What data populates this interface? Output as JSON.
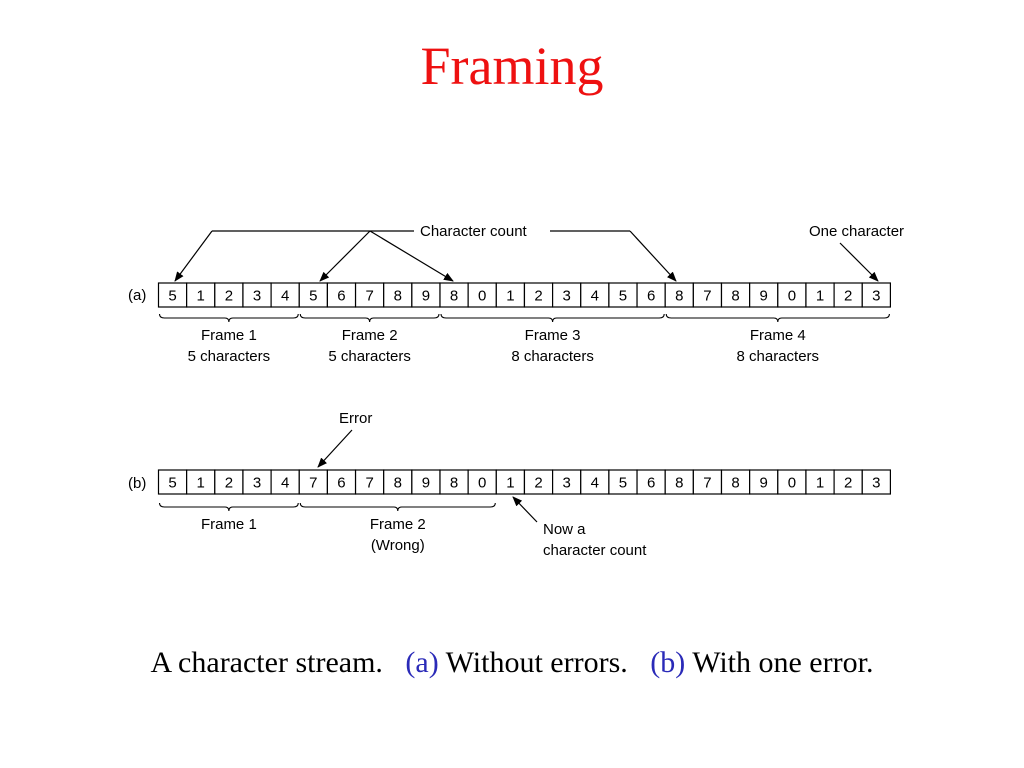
{
  "title": "Framing",
  "colors": {
    "title": "#ee1111",
    "caption_highlight": "#2a2ab8",
    "text": "#000000"
  },
  "diagram": {
    "character_count_label": "Character count",
    "one_character_label": "One character",
    "row_a": {
      "label": "(a)",
      "cells": [
        "5",
        "1",
        "2",
        "3",
        "4",
        "5",
        "6",
        "7",
        "8",
        "9",
        "8",
        "0",
        "1",
        "2",
        "3",
        "4",
        "5",
        "6",
        "8",
        "7",
        "8",
        "9",
        "0",
        "1",
        "2",
        "3"
      ],
      "frames": [
        {
          "line1": "Frame 1",
          "line2": "5 characters",
          "start": 0,
          "end": 4
        },
        {
          "line1": "Frame 2",
          "line2": "5 characters",
          "start": 5,
          "end": 9
        },
        {
          "line1": "Frame 3",
          "line2": "8 characters",
          "start": 10,
          "end": 17
        },
        {
          "line1": "Frame 4",
          "line2": "8 characters",
          "start": 18,
          "end": 25
        }
      ]
    },
    "row_b": {
      "label": "(b)",
      "cells": [
        "5",
        "1",
        "2",
        "3",
        "4",
        "7",
        "6",
        "7",
        "8",
        "9",
        "8",
        "0",
        "1",
        "2",
        "3",
        "4",
        "5",
        "6",
        "8",
        "7",
        "8",
        "9",
        "0",
        "1",
        "2",
        "3"
      ],
      "frames": [
        {
          "line1": "Frame 1",
          "line2": "",
          "start": 0,
          "end": 4
        },
        {
          "line1": "Frame 2",
          "line2": "(Wrong)",
          "start": 5,
          "end": 11
        }
      ],
      "error_label": "Error",
      "now_label_line1": "Now a",
      "now_label_line2": "character count"
    }
  },
  "caption": {
    "text": "A character stream.",
    "a_marker": "(a)",
    "a_text": " Without errors.",
    "b_marker": "(b)",
    "b_text": " With one error."
  }
}
